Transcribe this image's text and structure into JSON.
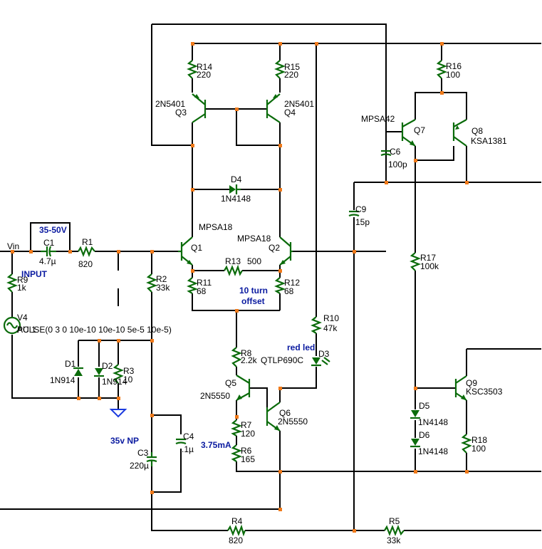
{
  "schematic": {
    "labels": {
      "vin": "Vin",
      "c1_name": "C1",
      "c1_value": "4.7µ",
      "r1_name": "R1",
      "r1_value": "820",
      "r9_name": "R9",
      "r9_value": "1k",
      "v4_name": "V4",
      "v4_source": "PULSE(0 3 0 10e-10 10e-10 5e-5 10e-5)",
      "v4_ac": "AC 1",
      "d1_name": "D1",
      "d1_value": "1N914",
      "d2_name": "D2",
      "d2_value": "1N914",
      "r3_name": "R3",
      "r3_value": "10",
      "r2_name": "R2",
      "r2_value": "33k",
      "c3_name": "C3",
      "c3_value": "220µ",
      "c4_name": "C4",
      "c4_value": ".1µ",
      "r14_name": "R14",
      "r14_value": "220",
      "r15_name": "R15",
      "r15_value": "220",
      "q3_type": "2N5401",
      "q3_name": "Q3",
      "q4_type": "2N5401",
      "q4_name": "Q4",
      "d4_name": "D4",
      "d4_value": "1N4148",
      "q1_type": "MPSA18",
      "q1_name": "Q1",
      "q2_type": "MPSA18",
      "q2_name": "Q2",
      "r13_name": "R13",
      "r13_value": "500",
      "r11_name": "R11",
      "r11_value": "68",
      "r12_name": "R12",
      "r12_value": "68",
      "r8_name": "R8",
      "r8_value": "2.2k",
      "d3_type": "QTLP690C",
      "d3_name": "D3",
      "r10_name": "R10",
      "r10_value": "47k",
      "q5_name": "Q5",
      "q5_type": "2N5550",
      "q6_name": "Q6",
      "q6_type": "2N5550",
      "r7_name": "R7",
      "r7_value": "120",
      "r6_name": "R6",
      "r6_value": "165",
      "r4_name": "R4",
      "r4_value": "820",
      "r5_name": "R5",
      "r5_value": "33k",
      "c9_name": "C9",
      "c9_value": "15p",
      "q7_type": "MPSA42",
      "q7_name": "Q7",
      "c6_name": "C6",
      "c6_value": "100p",
      "r16_name": "R16",
      "r16_value": "100",
      "q8_name": "Q8",
      "q8_type": "KSA1381",
      "r17_name": "R17",
      "r17_value": "100k",
      "q9_name": "Q9",
      "q9_type": "KSC3503",
      "d5_name": "D5",
      "d5_value": "1N4148",
      "d6_name": "D6",
      "d6_value": "1N4148",
      "r18_name": "R18",
      "r18_value": "100"
    },
    "notes": {
      "c1_voltage": "35-50V",
      "input": "INPUT",
      "c3_rating": "35v NP",
      "current": "3.75mA",
      "offset_1": "10 turn",
      "offset_2": "offset",
      "led": "red led"
    },
    "colors": {
      "wire": "#000000",
      "component": "#0a6b0a",
      "junction": "#f07a1a",
      "annotation": "#0a1aa0",
      "ground": "#1a3adf"
    }
  }
}
